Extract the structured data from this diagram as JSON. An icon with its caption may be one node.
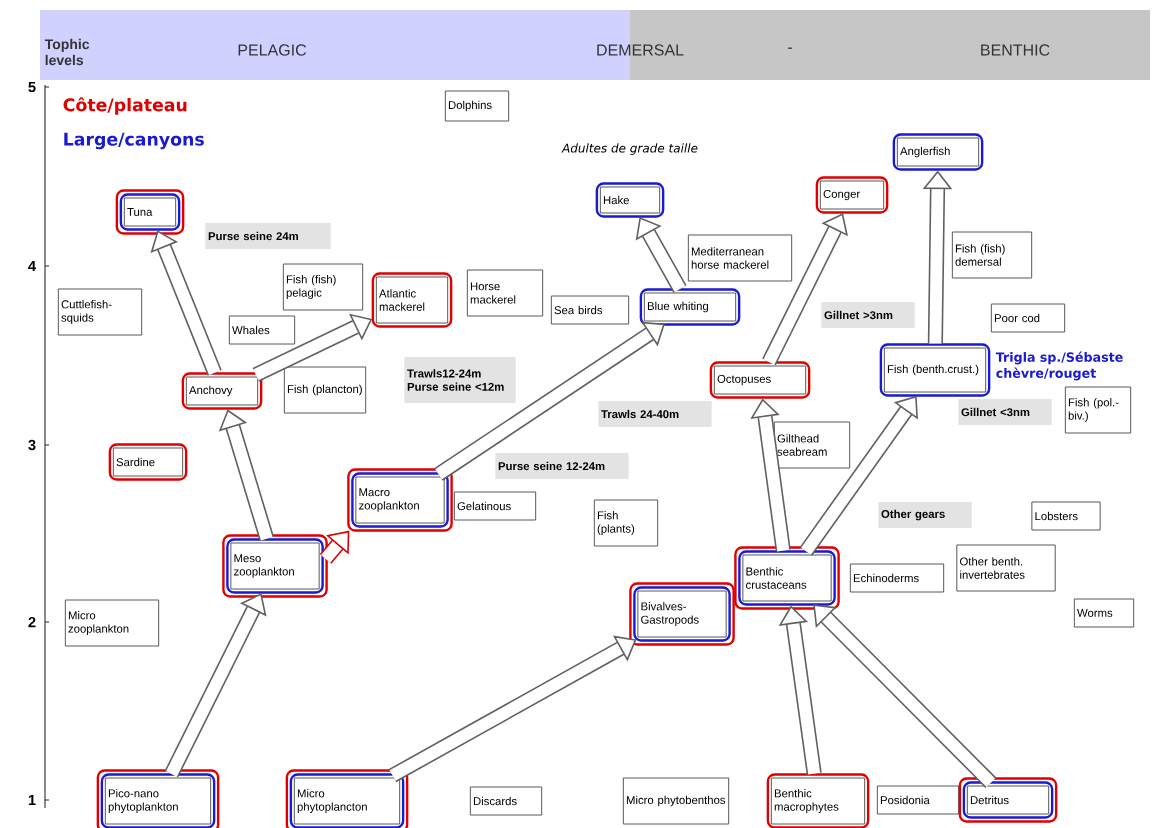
{
  "diagram": {
    "nodes": [
      {
        "text": [
          "Dolphins"
        ]
      },
      {
        "text": [
          "Tuna"
        ]
      },
      {
        "text": [
          "Purse seine 24m"
        ]
      },
      {
        "text": [
          "Cuttlefish-squids"
        ]
      },
      {
        "text": [
          "Fish (fish) pelagic"
        ]
      },
      {
        "text": [
          "Atlantic mackerel"
        ]
      },
      {
        "text": [
          "Whales"
        ]
      },
      {
        "text": [
          "Horse mackerel"
        ]
      },
      {
        "text": [
          "Sea birds"
        ]
      },
      {
        "text": [
          "Blue whiting"
        ]
      },
      {
        "text": [
          "Hake"
        ],
        "beside": [
          "Adultes de grade taille"
        ]
      },
      {
        "text": [
          "Mediterranean horse mackerel"
        ]
      },
      {
        "text": [
          "Conger"
        ]
      },
      {
        "text": [
          "Anglerfish"
        ]
      },
      {
        "text": [
          "Fish (fish) demersal"
        ]
      },
      {
        "text": [
          "Poor cod"
        ]
      },
      {
        "text": [
          "Gillnet >3nm"
        ]
      },
      {
        "text": [
          "Anchovy"
        ]
      },
      {
        "text": [
          "Fish (plancton)"
        ]
      },
      {
        "text": [
          "Trawls12-24m Purse seine <12m"
        ]
      },
      {
        "text": [
          "Octopuses"
        ]
      },
      {
        "text": [
          "Fish (benth.crust.)"
        ],
        "beside": [
          "Trigla sp./Sébaste chèvre/rouget"
        ]
      },
      {
        "text": [
          "Gillnet <3nm"
        ]
      },
      {
        "text": [
          "Fish (pol.-biv.)"
        ]
      },
      {
        "text": [
          "Trawls 24-40m"
        ]
      },
      {
        "text": [
          "Sardine"
        ]
      },
      {
        "text": [
          "Purse seine 12-24m"
        ]
      },
      {
        "text": [
          "Gilthead seabream"
        ]
      },
      {
        "text": [
          "Macro zooplankton"
        ]
      },
      {
        "text": [
          "Gelatinous"
        ]
      },
      {
        "text": [
          "Fish (plants)"
        ]
      },
      {
        "text": [
          "Other gears"
        ]
      },
      {
        "text": [
          "Lobsters"
        ]
      },
      {
        "text": [
          "Meso zooplankton"
        ]
      },
      {
        "text": [
          "Echinoderms"
        ]
      },
      {
        "text": [
          "Other benth. invertebrates"
        ]
      },
      {
        "text": [
          "Bivalves-Gastropods"
        ]
      },
      {
        "text": [
          "Benthic crustaceans"
        ]
      },
      {
        "text": [
          "Micro zooplankton"
        ]
      },
      {
        "text": [
          "Worms"
        ]
      },
      {
        "text": [
          "Pico-nano phytoplankton"
        ]
      },
      {
        "text": [
          "Micro phytoplancton"
        ]
      },
      {
        "text": [
          "Discards"
        ]
      },
      {
        "text": [
          "Micro phytobenthos"
        ]
      },
      {
        "text": [
          "Benthic macrophytes"
        ]
      },
      {
        "text": [
          "Posidonia"
        ]
      },
      {
        "text": [
          "Detritus"
        ]
      }
    ],
    "edges": [
      {
        "from": 17,
        "to": 1,
        "arrow": "to"
      },
      {
        "from": 17,
        "to": 5,
        "arrow": "to"
      },
      {
        "from": 33,
        "to": 17,
        "arrow": "to"
      },
      {
        "from": 40,
        "to": 33,
        "arrow": "to"
      },
      {
        "from": 33,
        "to": 28,
        "arrow": "to",
        "color": "#e00000"
      },
      {
        "from": 28,
        "to": 9,
        "arrow": "to"
      },
      {
        "from": 41,
        "to": 36,
        "arrow": "to"
      },
      {
        "from": 9,
        "to": 10,
        "arrow": "to"
      },
      {
        "from": 20,
        "to": 12,
        "arrow": "to"
      },
      {
        "from": 37,
        "to": 20,
        "arrow": "to"
      },
      {
        "from": 37,
        "to": 21,
        "arrow": "to"
      },
      {
        "from": 21,
        "to": 13,
        "arrow": "to"
      },
      {
        "from": 44,
        "to": 37,
        "arrow": "to"
      },
      {
        "from": 46,
        "to": 37,
        "arrow": "to"
      }
    ],
    "labels": [
      "Tophic levels",
      "PELAGIC",
      "DEMERSAL",
      "-",
      "BENTHIC",
      "5",
      "4",
      "3",
      "2",
      "1"
    ],
    "legend": [
      {
        "text": "Côte/plateau",
        "color": "#e00000"
      },
      {
        "text": "Large/canyons",
        "color": "#1a1ad0"
      }
    ]
  }
}
